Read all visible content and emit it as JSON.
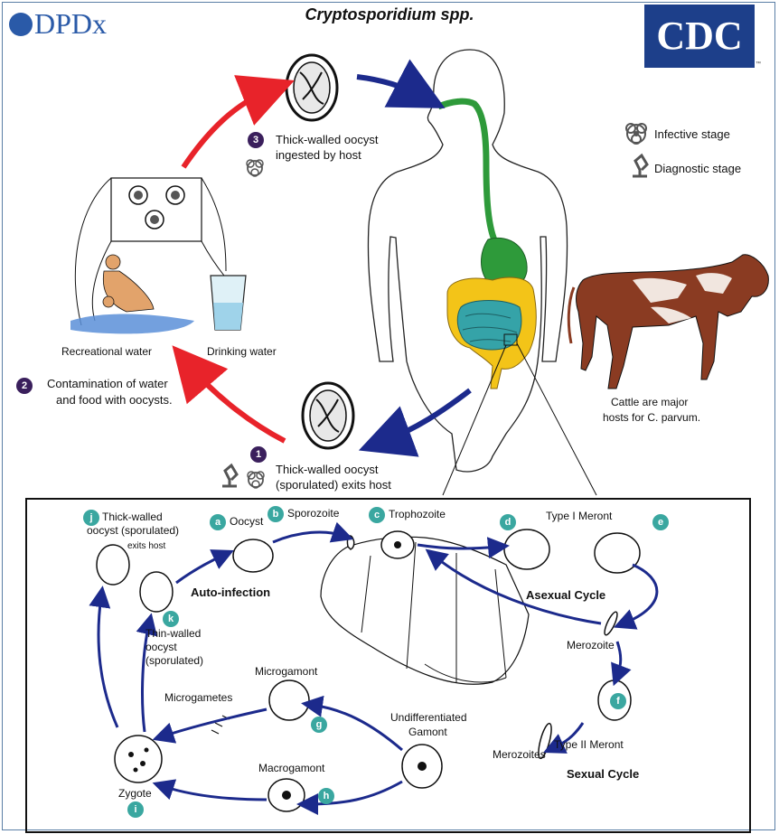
{
  "header": {
    "title": "Cryptosporidium spp.",
    "left_logo": "DPDx",
    "right_logo": "CDC"
  },
  "legend": {
    "infective": "Infective stage",
    "diagnostic": "Diagnostic stage"
  },
  "steps": {
    "s1": {
      "num": "1",
      "line1": "Thick-walled oocyst",
      "line2": "(sporulated) exits host"
    },
    "s2": {
      "num": "2",
      "line1": "Contamination of water",
      "line2": "and food with oocysts."
    },
    "s3": {
      "num": "3",
      "line1": "Thick-walled oocyst",
      "line2": "ingested by host"
    }
  },
  "water": {
    "recreational": "Recreational water",
    "drinking": "Drinking water"
  },
  "cattle": {
    "line1": "Cattle are major",
    "line2": "hosts for C. parvum."
  },
  "lifecycle": {
    "a": "Oocyst",
    "b": "Sporozoite",
    "c": "Trophozoite",
    "d_e_label": "Type I Meront",
    "asexual": "Asexual Cycle",
    "merozoite": "Merozoite",
    "f": "Type II Meront",
    "merozoites": "Merozoites",
    "sexual": "Sexual Cycle",
    "gamont_line1": "Undifferentiated",
    "gamont_line2": "Gamont",
    "g": "Microgamont",
    "microgametes": "Microgametes",
    "h": "Macrogamont",
    "i": "Zygote",
    "j_line1": "Thick-walled",
    "j_line2": "oocyst (sporulated)",
    "j_line3": "exits host",
    "k_line1": "Thin-walled",
    "k_line2": "oocyst",
    "k_line3": "(sporulated)",
    "autoinfection": "Auto-infection",
    "letters": {
      "a": "a",
      "b": "b",
      "c": "c",
      "d": "d",
      "e": "e",
      "f": "f",
      "g": "g",
      "h": "h",
      "i": "i",
      "j": "j",
      "k": "k"
    }
  },
  "colors": {
    "red_arrow": "#e8232a",
    "blue_arrow": "#1c2a8c",
    "green_tract": "#2e9a3a",
    "yellow_colon": "#f3c418",
    "teal_intestine": "#35a3a8",
    "dark_badge": "#3a1f5c",
    "teal_badge": "#3aa7a0"
  }
}
